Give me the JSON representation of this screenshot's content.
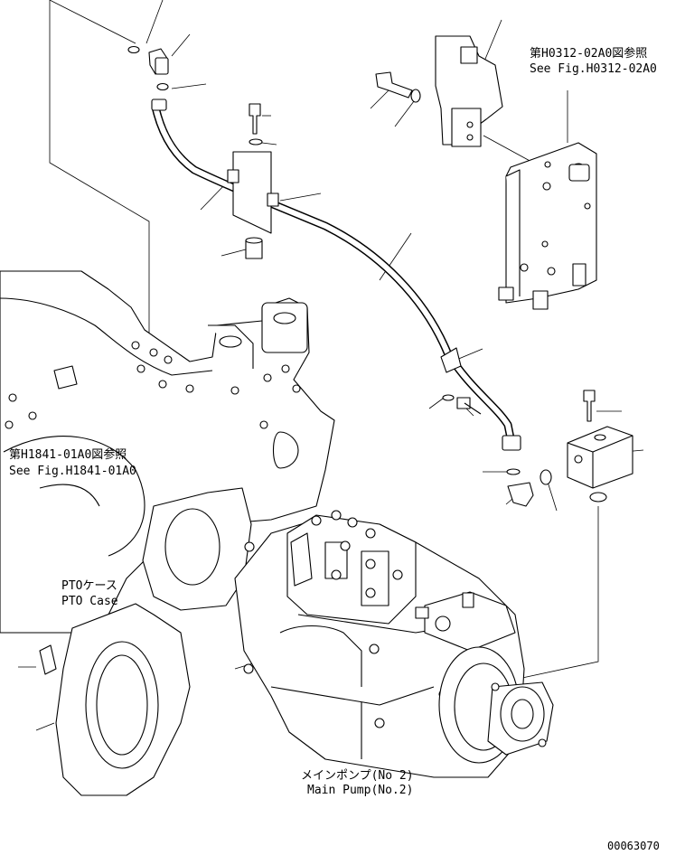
{
  "references": {
    "right_top": {
      "jp": "第H0312-02A0図参照",
      "en": "See Fig.H0312-02A0"
    },
    "left_mid": {
      "jp": "第H1841-01A0図参照",
      "en": "See Fig.H1841-01A0"
    }
  },
  "labels": {
    "pto_case": {
      "jp": "PTOケース",
      "en": "PTO Case"
    },
    "main_pump": {
      "jp": "メインポンプ(No 2)",
      "en": "Main Pump(No.2)"
    }
  },
  "drawing_number": "00063070"
}
